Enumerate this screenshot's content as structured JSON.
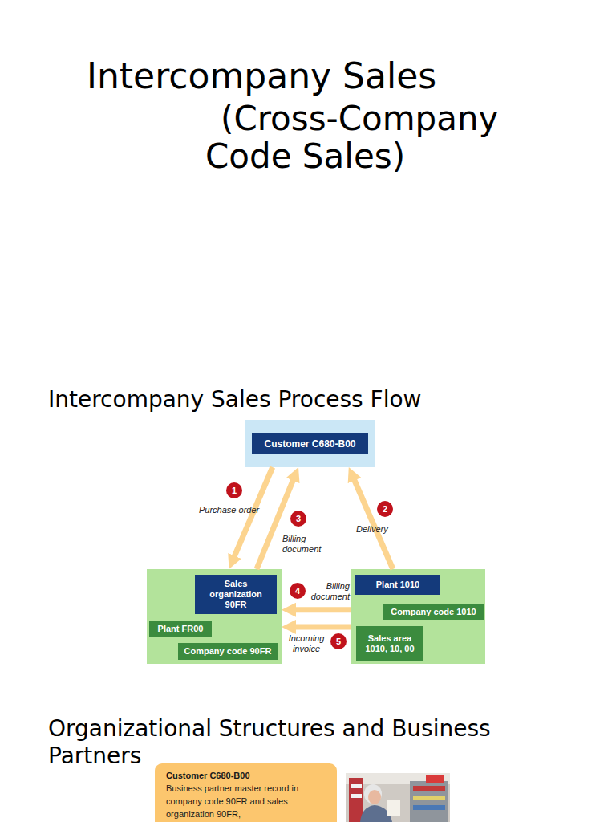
{
  "diagram": {
    "title": "Intercompany Sales",
    "nodes": [
      {
        "text": []
      },
      {
        "text": [
          "Customer C680-B00"
        ],
        "in": 0
      },
      {
        "text": []
      },
      {
        "text": [
          "Sales organization 90FR"
        ],
        "in": 2
      },
      {
        "text": [
          "Plant FR00"
        ],
        "in": 2
      },
      {
        "text": [
          "Company code 90FR"
        ],
        "in": 2
      },
      {
        "text": []
      },
      {
        "text": [
          "Plant 1010"
        ],
        "in": 6
      },
      {
        "text": [
          "Company code 1010"
        ],
        "in": 6
      },
      {
        "text": [
          "Sales area 1010, 10, 00"
        ],
        "in": 6
      },
      {
        "text": [
          "Customer C680-B00",
          "Business partner master record in company code 90FR and sales organization 90FR,"
        ]
      }
    ],
    "edges": [
      {
        "from": 0,
        "to": 2,
        "label": "Purchase order",
        "arrow": "to"
      },
      {
        "from": 6,
        "to": 0,
        "label": "Delivery",
        "arrow": "to"
      },
      {
        "from": 2,
        "to": 0,
        "label": "Billing document",
        "arrow": "to"
      },
      {
        "from": 6,
        "to": 2,
        "label": "Billing document",
        "arrow": "to"
      },
      {
        "from": 6,
        "to": 2,
        "label": "Incoming invoice",
        "arrow": "to"
      }
    ],
    "labels": [
      "(Cross-Company Code Sales)",
      "Intercompany Sales Process Flow",
      "1",
      "2",
      "3",
      "4",
      "5",
      "Organizational Structures and Business Partners"
    ]
  }
}
